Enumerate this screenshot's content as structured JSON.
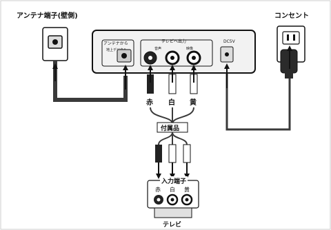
{
  "labels": {
    "antenna_outlet": "アンテナ端子(壁側)",
    "power_outlet": "コンセント",
    "device_antenna_in": "アンテナから",
    "device_antenna_in_sub": "地上デジタル",
    "device_tv_out": "テレビへ出力",
    "device_audio": "音声",
    "device_video": "映像",
    "device_dc": "DC5V",
    "red": "赤",
    "white": "白",
    "yellow": "黄",
    "accessory": "付属品",
    "input_terminal": "入力端子",
    "tv_red": "赤",
    "tv_white": "白",
    "tv_yellow": "黄",
    "tv": "テレビ"
  },
  "colors": {
    "line": "#111111",
    "panel": "#f2f2f2",
    "cable": "#3a3a3a",
    "border": "#cccccc"
  },
  "icons": [
    "antenna-jack-icon",
    "power-socket-icon",
    "ac-adapter-icon",
    "rca-plug-icon",
    "arrow-icon"
  ]
}
